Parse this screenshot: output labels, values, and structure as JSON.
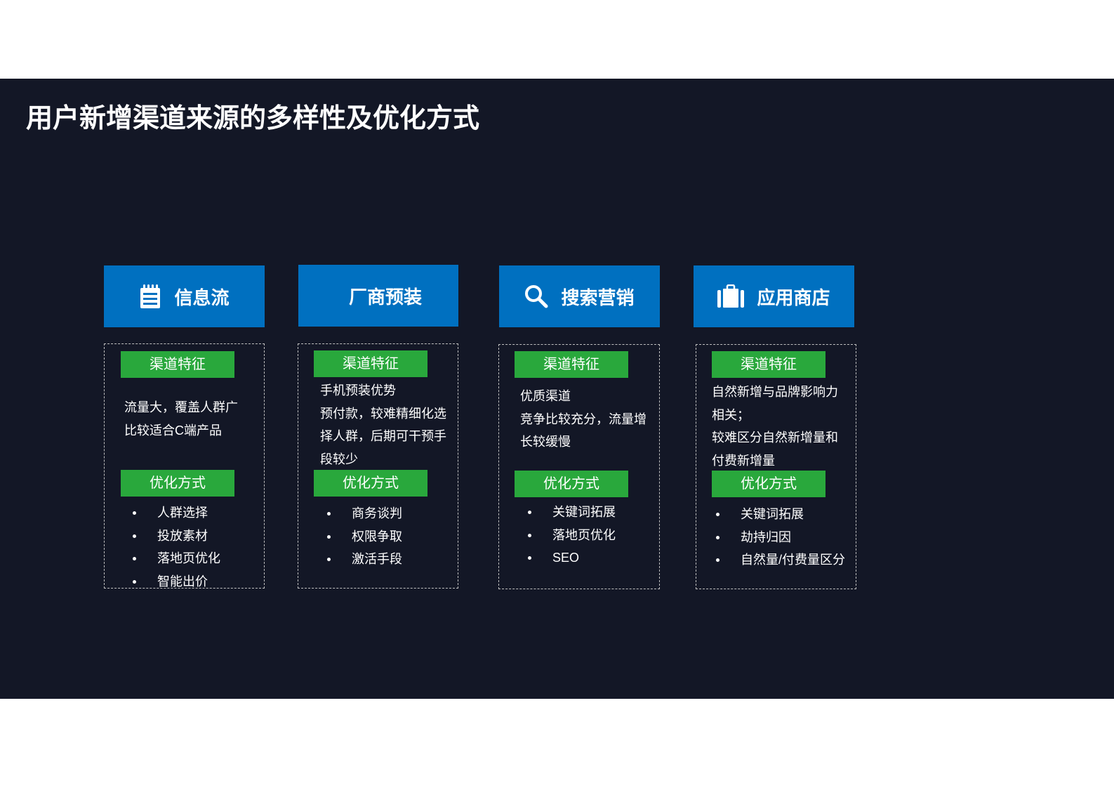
{
  "slide": {
    "title": "用户新增渠道来源的多样性及优化方式",
    "colors": {
      "background": "#131726",
      "header": "#0070c0",
      "tag": "#29a83c",
      "text": "#ffffff",
      "border": "#bfbfbf"
    }
  },
  "channels": [
    {
      "name": "信息流",
      "icon": "notepad-icon",
      "feature_label": "渠道特征",
      "features": [
        "流量大，覆盖人群广",
        "比较适合C端产品"
      ],
      "optimization_label": "优化方式",
      "optimizations": [
        "人群选择",
        "投放素材",
        "落地页优化",
        "智能出价"
      ]
    },
    {
      "name": "厂商预装",
      "icon": "",
      "feature_label": "渠道特征",
      "features": [
        "手机预装优势",
        "预付款，较难精细化选",
        "择人群，后期可干预手",
        "段较少"
      ],
      "optimization_label": "优化方式",
      "optimizations": [
        "商务谈判",
        "权限争取",
        "激活手段"
      ]
    },
    {
      "name": "搜索营销",
      "icon": "search-icon",
      "feature_label": "渠道特征",
      "features": [
        "优质渠道",
        "竞争比较充分，流量增",
        "长较缓慢"
      ],
      "optimization_label": "优化方式",
      "optimizations": [
        "关键词拓展",
        "落地页优化",
        "SEO"
      ]
    },
    {
      "name": "应用商店",
      "icon": "briefcase-icon",
      "feature_label": "渠道特征",
      "features": [
        "自然新增与品牌影响力",
        "相关；",
        "较难区分自然新增量和",
        "付费新增量"
      ],
      "optimization_label": "优化方式",
      "optimizations": [
        "关键词拓展",
        "劫持归因",
        "自然量/付费量区分"
      ]
    }
  ]
}
